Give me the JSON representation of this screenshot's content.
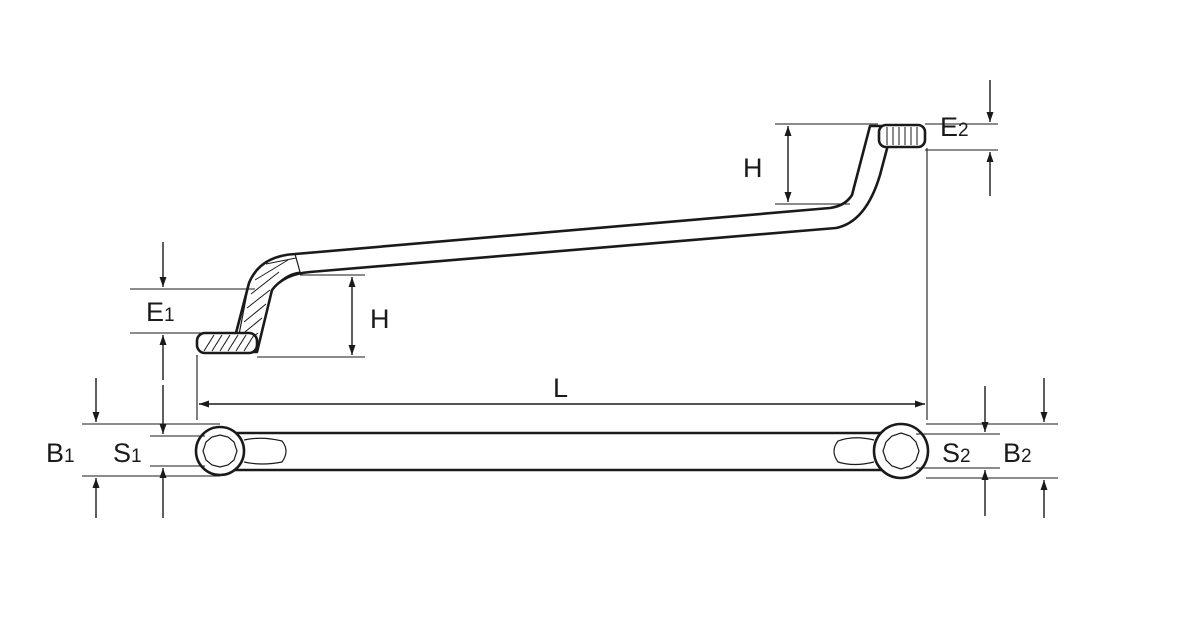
{
  "labels": {
    "e1": {
      "main": "E",
      "sub": "1"
    },
    "e2": {
      "main": "E",
      "sub": "2"
    },
    "h_left": "H",
    "h_right": "H",
    "l": "L",
    "b1": {
      "main": "B",
      "sub": "1"
    },
    "s1": {
      "main": "S",
      "sub": "1"
    },
    "s2": {
      "main": "S",
      "sub": "2"
    },
    "b2": {
      "main": "B",
      "sub": "2"
    }
  },
  "colors": {
    "line": "#1a1a1a",
    "background": "#ffffff"
  }
}
